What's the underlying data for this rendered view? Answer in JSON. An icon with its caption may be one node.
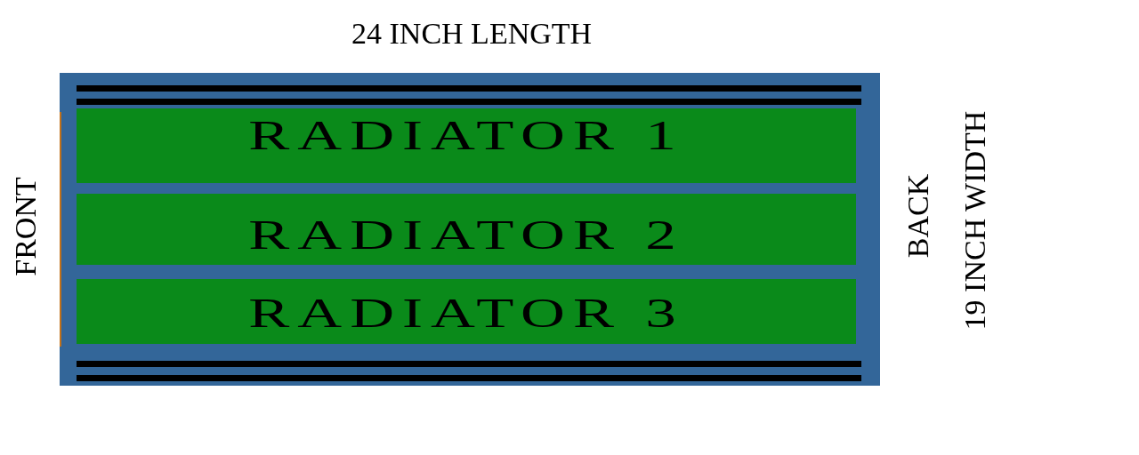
{
  "diagram": {
    "nodes": [
      {
        "text": [],
        "shape": "box"
      },
      {
        "text": [
          "RADIATOR 1"
        ],
        "in": 0
      },
      {
        "text": [
          "RADIATOR 2"
        ],
        "in": 0
      },
      {
        "text": [
          "RADIATOR 3"
        ],
        "in": 0
      }
    ],
    "edges": [],
    "labels": [
      "24 INCH LENGTH",
      "FRONT",
      "BACK",
      "19 INCH WIDTH"
    ]
  }
}
